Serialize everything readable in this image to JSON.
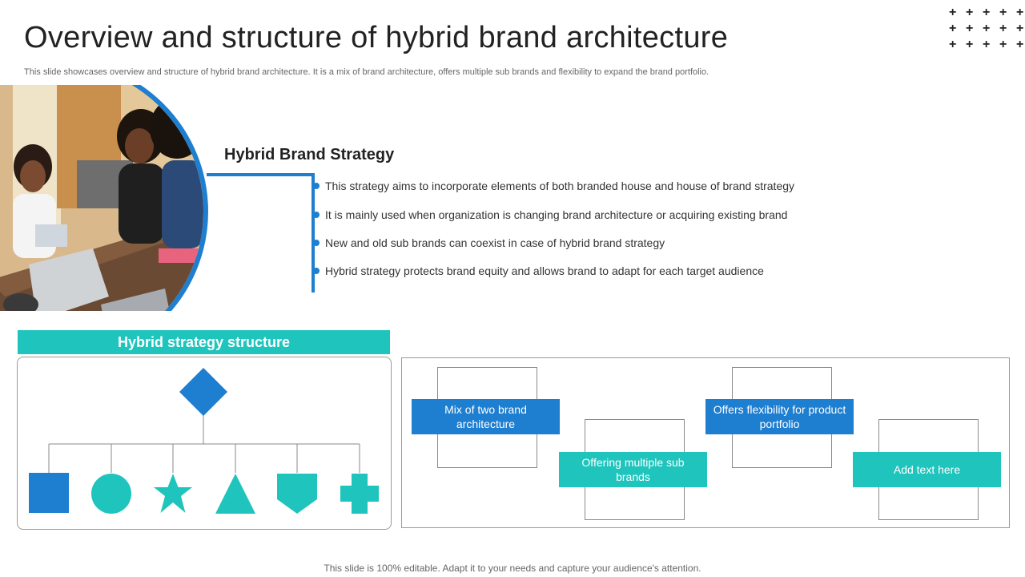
{
  "slide": {
    "title": "Overview and structure of hybrid brand architecture",
    "subtitle": "This slide showcases overview and structure of hybrid brand architecture. It is a mix of brand architecture, offers multiple sub brands and flexibility to expand the brand portfolio.",
    "footer": "This slide is 100% editable. Adapt it to your needs and capture your audience's attention."
  },
  "strategy": {
    "heading": "Hybrid Brand Strategy",
    "bullets": [
      "This strategy aims to incorporate elements of both branded house and house of brand strategy",
      "It is mainly used when organization is changing brand architecture or acquiring existing brand",
      "New and old sub brands can coexist in case of hybrid brand strategy",
      "Hybrid strategy protects brand equity and allows brand to adapt for each target audience"
    ]
  },
  "structure": {
    "banner": "Hybrid strategy structure",
    "root_shape": "diamond",
    "child_shapes": [
      "square",
      "circle",
      "star",
      "triangle",
      "pentagon-shield",
      "plus"
    ]
  },
  "features": [
    {
      "label": "Mix of two brand architecture",
      "tone": "blue"
    },
    {
      "label": "Offering multiple sub brands",
      "tone": "teal"
    },
    {
      "label": "Offers flexibility for product portfolio",
      "tone": "blue"
    },
    {
      "label": "Add text here",
      "tone": "teal"
    }
  ],
  "colors": {
    "blue": "#1e7ed0",
    "teal": "#1fc4bc",
    "text": "#222222"
  }
}
